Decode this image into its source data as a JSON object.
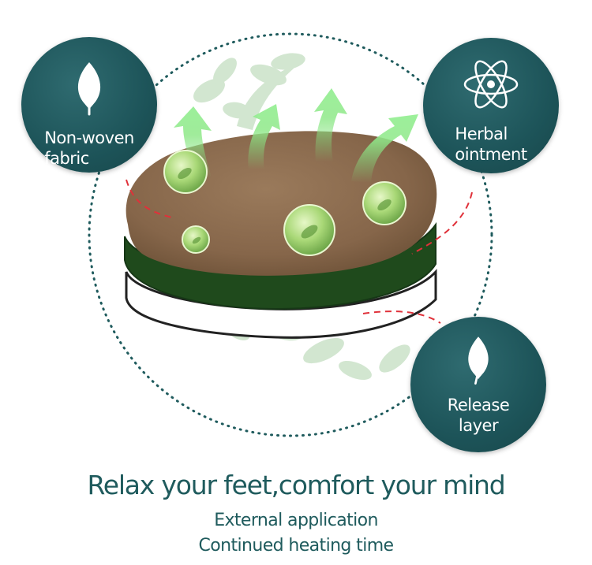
{
  "badges": {
    "nonwoven": {
      "line1": "Non-woven",
      "line2": "fabric",
      "icon": "leaf-icon"
    },
    "herbal": {
      "line1": "Herbal",
      "line2": "ointment",
      "icon": "atom-icon"
    },
    "release": {
      "line1": "Release",
      "line2": "layer",
      "icon": "leaf-icon"
    }
  },
  "tagline": {
    "title": "Relax your feet,comfort your mind",
    "line1": "External application",
    "line2": "Continued heating time"
  },
  "colors": {
    "teal": "#1d5459",
    "text": "#1f5b5d",
    "pad_brown": "#8b6b4e",
    "pad_green": "#1f4a1c",
    "arrow_green": "#7ee07a",
    "dash_red": "#e0313a"
  }
}
